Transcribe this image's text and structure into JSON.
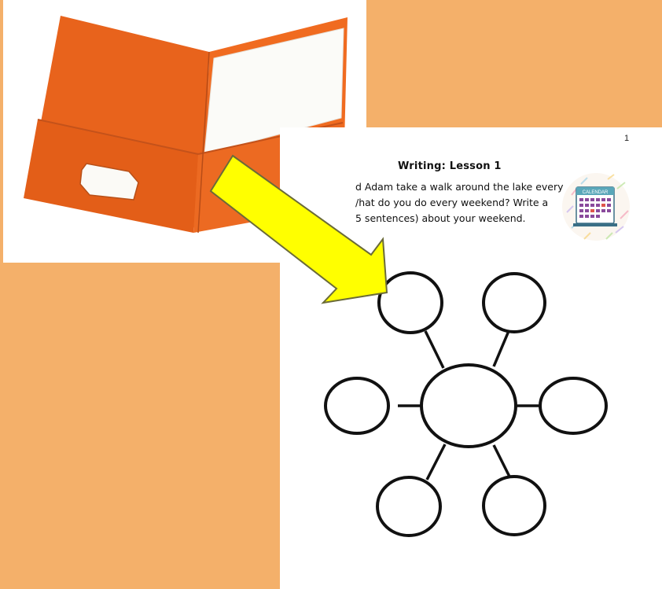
{
  "worksheet": {
    "page_number": "1",
    "title": "Writing: Lesson 1",
    "prompt_lines": [
      "d Adam take a walk around the lake every",
      "/hat do you do every weekend? Write a",
      "5 sentences) about your weekend."
    ],
    "calendar_label": "CALENDAR"
  },
  "colors": {
    "background": "#F4B06A",
    "folder_orange": "#EE6A1F",
    "arrow_fill": "#FFFF00",
    "web_stroke": "#111111"
  },
  "icons": {
    "folder": "orange-pocket-folder-image",
    "arrow": "yellow-arrow",
    "calendar": "calendar-icon"
  }
}
